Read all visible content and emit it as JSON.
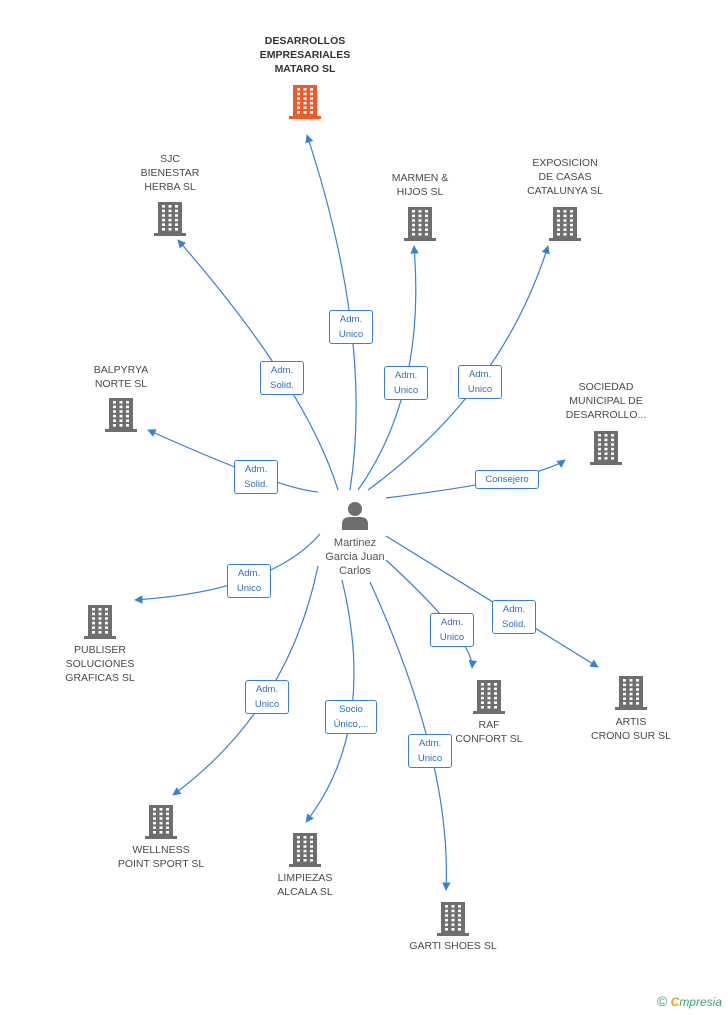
{
  "colors": {
    "edge": "#3a7fd0",
    "building": "#6e6e6e",
    "main_building": "#f05a28",
    "person": "#6e6e6e"
  },
  "center": {
    "name": "Martinez\nGarcia Juan\nCarlos",
    "icon": "person-icon"
  },
  "companies": [
    {
      "id": "desarrollos",
      "name": "DESARROLLOS\nEMPRESARIALES\nMATARO SL",
      "main": true,
      "role": "Adm.\nUnico",
      "icon": "building-icon"
    },
    {
      "id": "sjc",
      "name": "SJC\nBIENESTAR\nHERBA  SL",
      "main": false,
      "role": "Adm.\nSolid.",
      "icon": "building-icon"
    },
    {
      "id": "marmen",
      "name": "MARMEN &\nHIJOS  SL",
      "main": false,
      "role": "Adm.\nUnico",
      "icon": "building-icon"
    },
    {
      "id": "exposicion",
      "name": "EXPOSICION\nDE CASAS\nCATALUNYA  SL",
      "main": false,
      "role": "Adm.\nUnico",
      "icon": "building-icon"
    },
    {
      "id": "balpyrya",
      "name": "BALPYRYA\nNORTE SL",
      "main": false,
      "role": "Adm.\nSolid.",
      "icon": "building-icon"
    },
    {
      "id": "sociedad",
      "name": "SOCIEDAD\nMUNICIPAL DE\nDESARROLLO...",
      "main": false,
      "role": "Consejero",
      "icon": "building-icon"
    },
    {
      "id": "publiser",
      "name": "PUBLISER\nSOLUCIONES\nGRAFICAS SL",
      "main": false,
      "role": "Adm.\nUnico",
      "icon": "building-icon"
    },
    {
      "id": "raf",
      "name": "RAF\nCONFORT SL",
      "main": false,
      "role": "Adm.\nUnico",
      "icon": "building-icon"
    },
    {
      "id": "artis",
      "name": "ARTIS\nCRONO SUR SL",
      "main": false,
      "role": "Adm.\nSolid.",
      "icon": "building-icon"
    },
    {
      "id": "wellness",
      "name": "WELLNESS\nPOINT SPORT  SL",
      "main": false,
      "role": "Adm.\nUnico",
      "icon": "building-icon"
    },
    {
      "id": "limpiezas",
      "name": "LIMPIEZAS\nALCALA SL",
      "main": false,
      "role": "Socio\nÚnico,...",
      "icon": "building-icon"
    },
    {
      "id": "garti",
      "name": "GARTI SHOES SL",
      "main": false,
      "role": "Adm.\nUnico",
      "icon": "building-icon"
    }
  ],
  "watermark": {
    "copyright": "©",
    "brand_first": "C",
    "brand_rest": "mpresia"
  }
}
